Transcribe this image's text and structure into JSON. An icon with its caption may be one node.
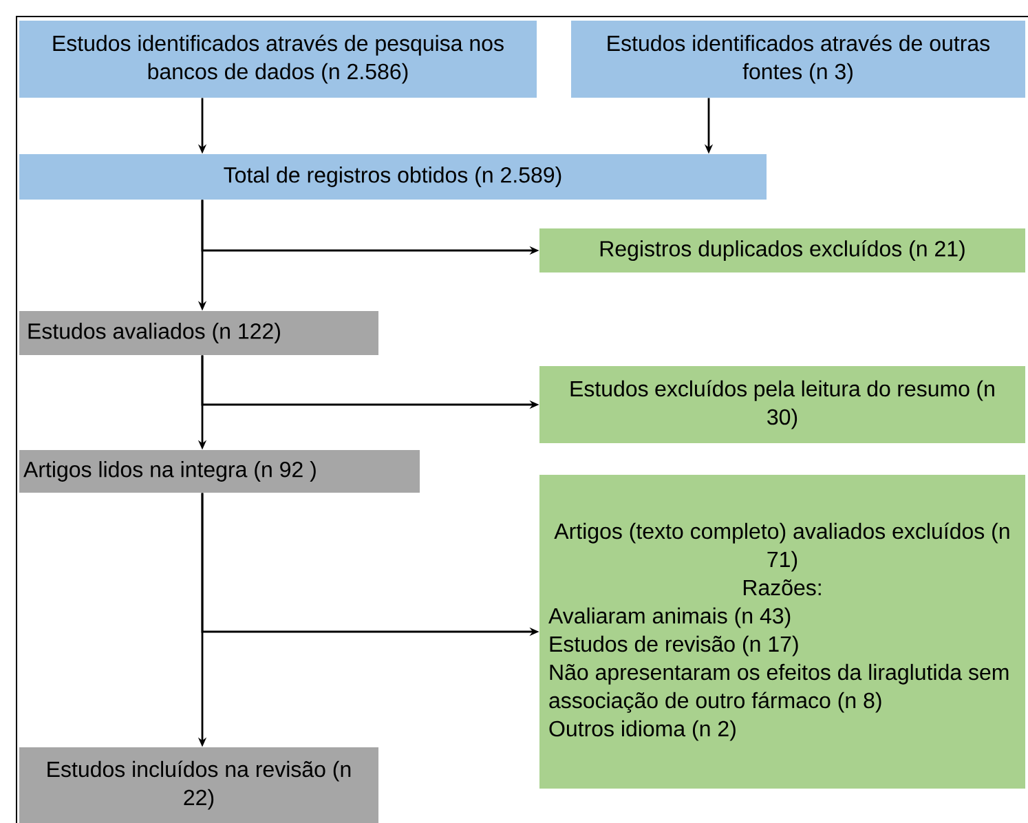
{
  "diagram": {
    "nodes": [
      {
        "text": [
          "Estudos identificados através de pesquisa nos bancos de dados (n 2.586)"
        ]
      },
      {
        "text": [
          "Estudos identificados através de outras fontes (n 3)"
        ]
      },
      {
        "text": [
          "Total de registros obtidos (n 2.589)"
        ]
      },
      {
        "text": [
          "Registros duplicados excluídos (n 21)"
        ]
      },
      {
        "text": [
          "Estudos avaliados (n 122)"
        ]
      },
      {
        "text": [
          "Estudos excluídos pela leitura do resumo (n 30)"
        ]
      },
      {
        "text": [
          "Artigos lidos na integra (n 92 )"
        ]
      },
      {
        "text": [
          "Artigos (texto completo) avaliados excluídos (n 71)",
          "Razões:",
          "Avaliaram animais (n 43)",
          "Estudos de revisão (n 17)",
          "Não apresentaram os efeitos da liraglutida sem associação de outro fármaco (n 8)",
          "Outros idioma (n 2)"
        ]
      },
      {
        "text": [
          "Estudos incluídos na revisão (n 22)"
        ]
      }
    ],
    "edges": [
      {
        "from": 0,
        "to": 2,
        "arrow": "to"
      },
      {
        "from": 1,
        "to": 2,
        "arrow": "to"
      },
      {
        "from": 2,
        "to": 4,
        "arrow": "to"
      },
      {
        "from": 2,
        "to": 3,
        "arrow": "to"
      },
      {
        "from": 4,
        "to": 6,
        "arrow": "to"
      },
      {
        "from": 4,
        "to": 5,
        "arrow": "to"
      },
      {
        "from": 6,
        "to": 8,
        "arrow": "to"
      },
      {
        "from": 6,
        "to": 7,
        "arrow": "to"
      }
    ]
  }
}
